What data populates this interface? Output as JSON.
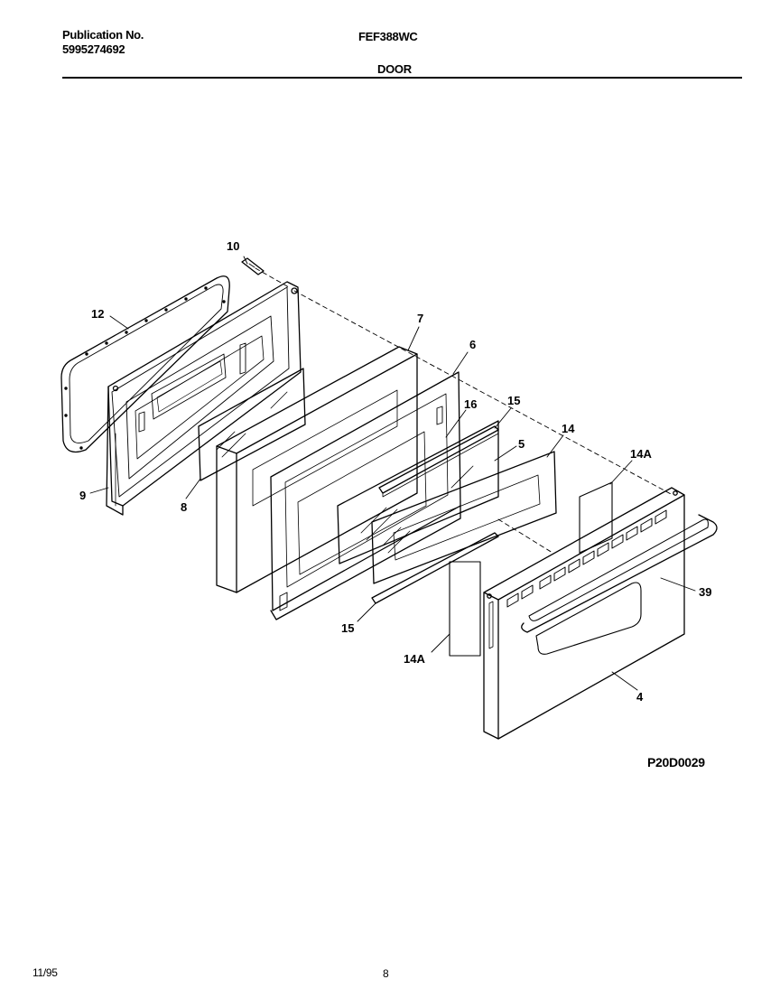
{
  "header": {
    "publication_label": "Publication No.",
    "publication_number": "5995274692",
    "model": "FEF388WC",
    "section": "DOOR"
  },
  "diagram": {
    "figure_code": "P20D0029",
    "callouts": {
      "c10": "10",
      "c12": "12",
      "c7": "7",
      "c6": "6",
      "c16": "16",
      "c15_top": "15",
      "c14": "14",
      "c5": "5",
      "c14a_top": "14A",
      "c9": "9",
      "c8": "8",
      "c39": "39",
      "c15_bottom": "15",
      "c14a_bottom": "14A",
      "c4": "4"
    }
  },
  "footer": {
    "date": "11/95",
    "page": "8"
  }
}
